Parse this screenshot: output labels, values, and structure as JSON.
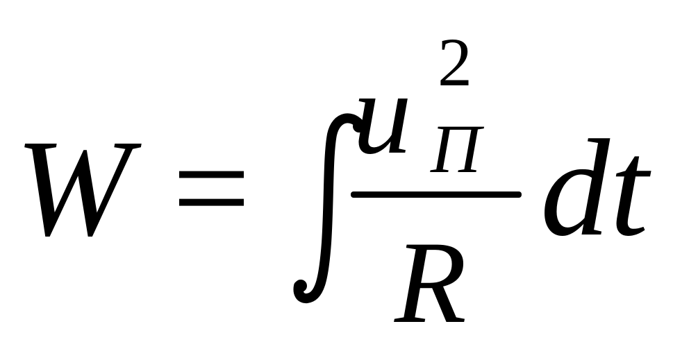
{
  "formula": {
    "lhs": "W",
    "equals": "=",
    "numerator_base": "u",
    "numerator_subscript": "Π",
    "numerator_superscript": "2",
    "denominator": "R",
    "differential": "dt",
    "integral_symbol": "∫"
  },
  "colors": {
    "ink": "#000000",
    "background": "#ffffff"
  }
}
